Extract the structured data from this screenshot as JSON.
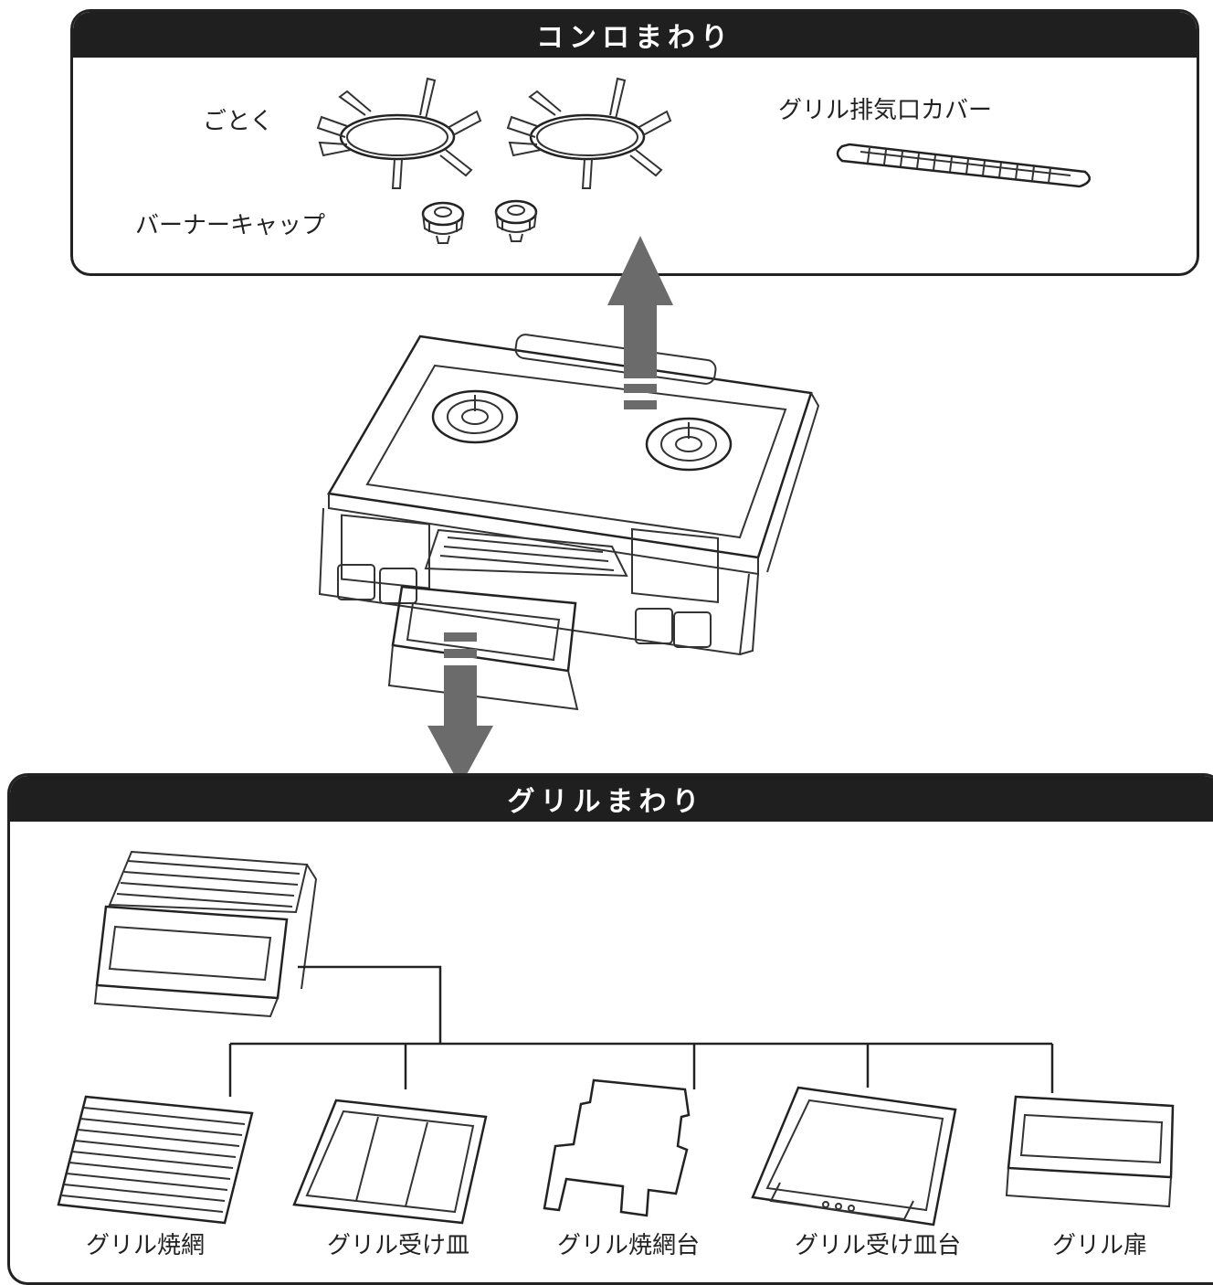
{
  "top_panel": {
    "title": "コンロまわり",
    "labels": {
      "gotoku": "ごとく",
      "burner_cap": "バーナーキャップ",
      "grill_vent_cover": "グリル排気口カバー"
    }
  },
  "bottom_panel": {
    "title": "グリルまわり",
    "parts": [
      {
        "label": "グリル焼網"
      },
      {
        "label": "グリル受け皿"
      },
      {
        "label": "グリル焼網台"
      },
      {
        "label": "グリル受け皿台"
      },
      {
        "label": "グリル扉"
      }
    ]
  },
  "colors": {
    "header": "#1f1f1f",
    "arrow": "#6b6b6b",
    "line": "#222222"
  }
}
